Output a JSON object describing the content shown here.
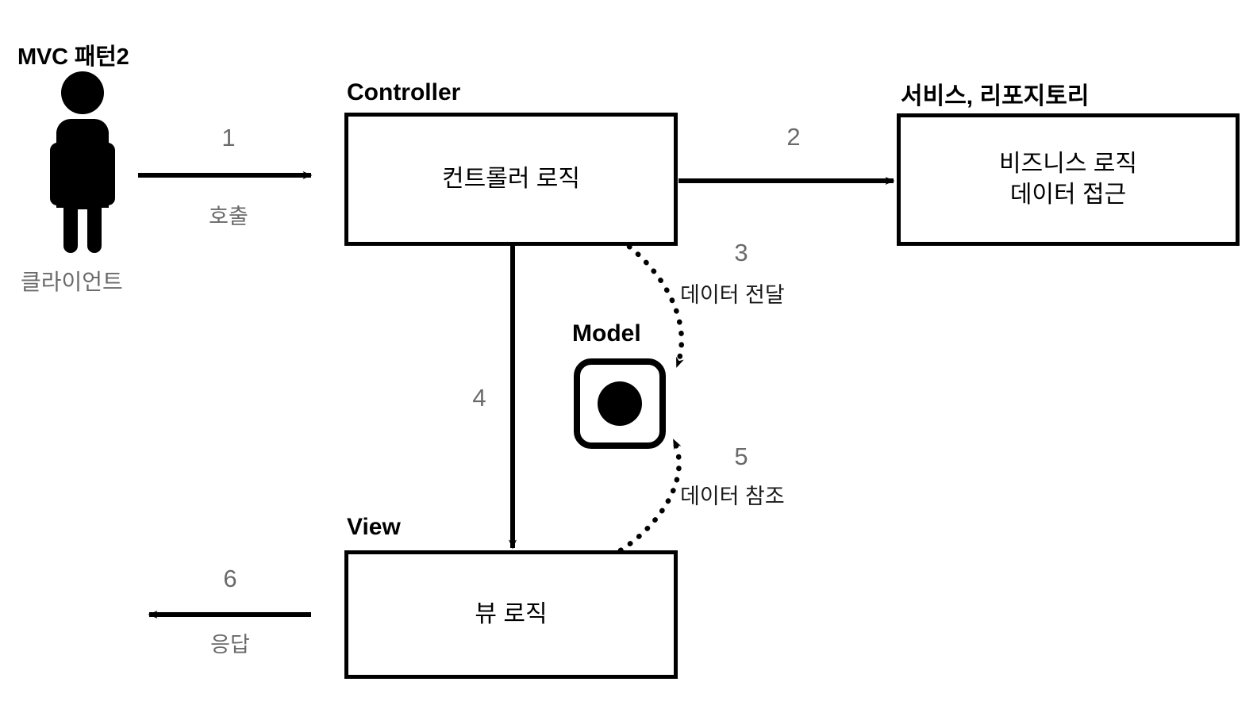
{
  "diagram": {
    "title": "MVC 패턴2",
    "type": "flow-diagram"
  },
  "actors": {
    "client": {
      "icon": "person-icon",
      "label": "클라이언트"
    }
  },
  "nodes": {
    "controller": {
      "heading": "Controller",
      "body": "컨트롤러 로직"
    },
    "service": {
      "heading": "서비스, 리포지토리",
      "body_line1": "비즈니스 로직",
      "body_line2": "데이터 접근"
    },
    "model": {
      "heading": "Model",
      "icon": "filled-circle-icon"
    },
    "view": {
      "heading": "View",
      "body": "뷰 로직"
    }
  },
  "edges": [
    {
      "id": "e1",
      "number": "1",
      "label": "호출",
      "from": "client",
      "to": "controller",
      "style": "solid",
      "direction": "right"
    },
    {
      "id": "e2",
      "number": "2",
      "label": "",
      "from": "controller",
      "to": "service",
      "style": "solid",
      "direction": "right"
    },
    {
      "id": "e3",
      "number": "3",
      "label": "데이터 전달",
      "from": "controller",
      "to": "model",
      "style": "dotted",
      "direction": "curve-down"
    },
    {
      "id": "e4",
      "number": "4",
      "label": "",
      "from": "controller",
      "to": "view",
      "style": "solid",
      "direction": "down"
    },
    {
      "id": "e5",
      "number": "5",
      "label": "데이터 참조",
      "from": "view",
      "to": "model",
      "style": "dotted",
      "direction": "curve-up"
    },
    {
      "id": "e6",
      "number": "6",
      "label": "응답",
      "from": "view",
      "to": "client",
      "style": "solid",
      "direction": "left"
    }
  ],
  "colors": {
    "stroke": "#000000",
    "label_gray": "#6a6a6a",
    "background": "#ffffff",
    "text_dark": "#1b1b1b"
  }
}
